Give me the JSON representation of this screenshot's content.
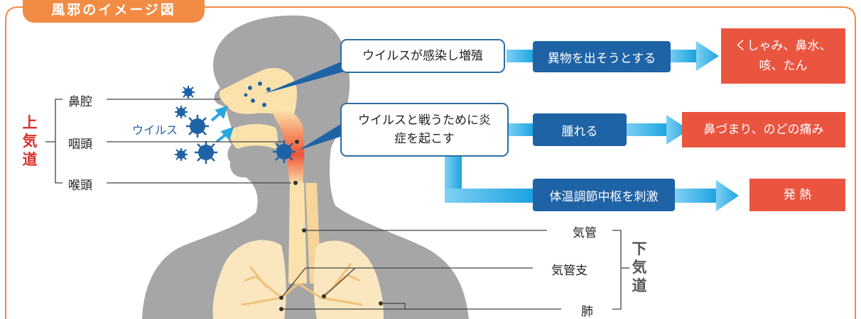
{
  "header": {
    "title": "風邪のイメージ図"
  },
  "upper_airway": {
    "group_label": "上気道",
    "color": "#d9312a",
    "parts": [
      "鼻腔",
      "咽頭",
      "喉頭"
    ]
  },
  "lower_airway": {
    "group_label": "下気道",
    "color": "#555555",
    "parts": [
      "気管",
      "気管支",
      "肺"
    ]
  },
  "virus_label": "ウイルス",
  "flow": {
    "step1": {
      "cause": "ウイルスが感染し増殖",
      "response": "異物を出そうとする",
      "symptom": "くしゃみ、鼻水、咳、たん"
    },
    "step2": {
      "cause": "ウイルスと戦うために炎症を起こす",
      "response": "腫れる",
      "symptom": "鼻づまり、のどの痛み"
    },
    "step3": {
      "response": "体温調節中枢を刺激",
      "symptom": "発 熱"
    }
  },
  "colors": {
    "frame": "#f28b44",
    "silhouette": "#a6a6a6",
    "airway": "#fbe2ac",
    "inflammation": "#f0553a",
    "virus": "#1e63a6",
    "response_box": "#1e63a6",
    "symptom_box": "#ea5540",
    "arrow": "#2aa7e0"
  }
}
